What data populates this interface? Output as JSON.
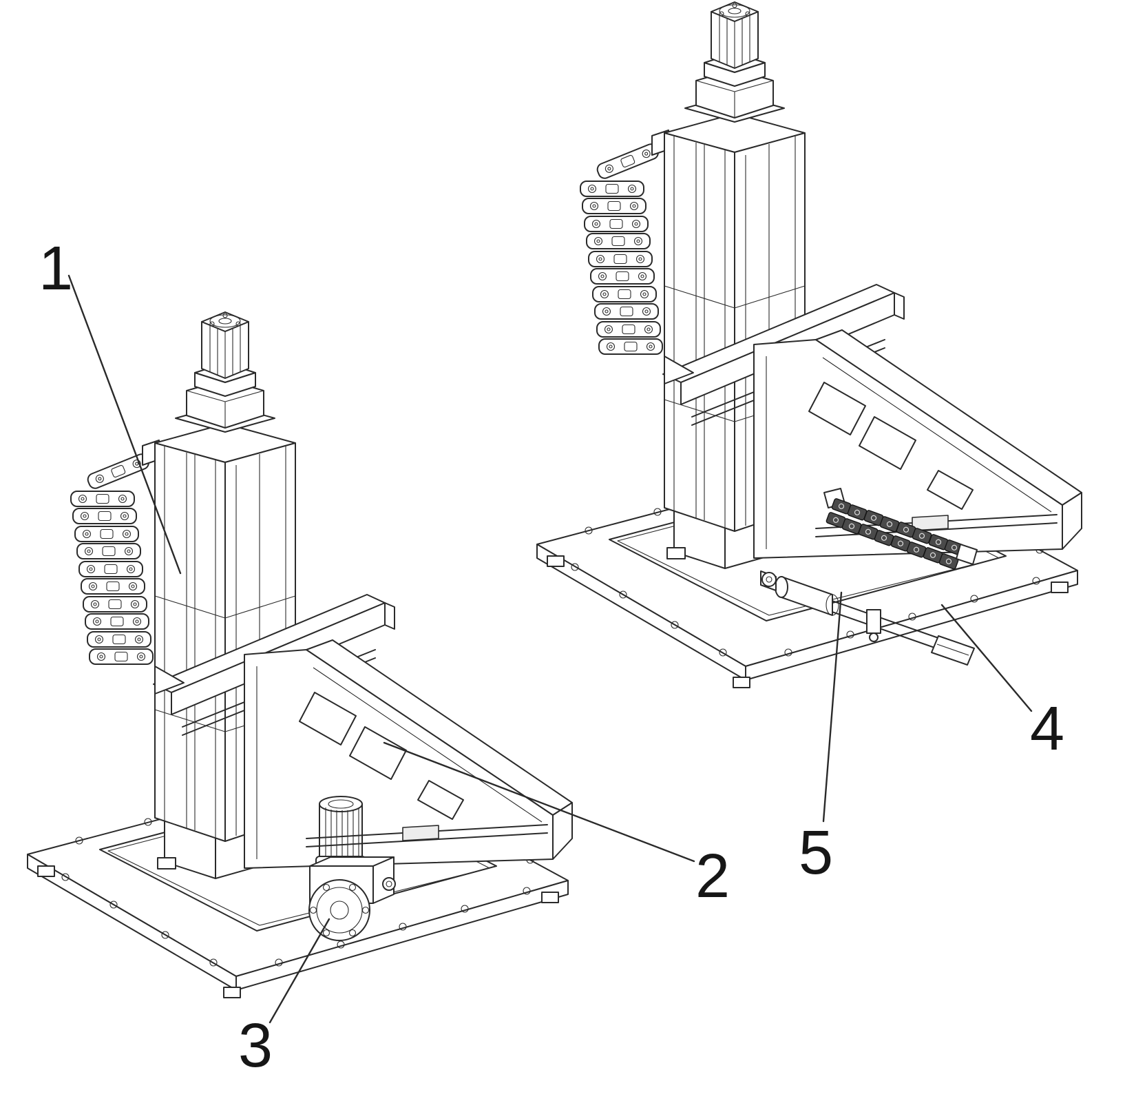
{
  "figure": {
    "colors": {
      "background": "#ffffff",
      "line": "#2a2a2a",
      "dark_fill": "#4a4a4a"
    },
    "labels": [
      {
        "text": "1"
      },
      {
        "text": "2"
      },
      {
        "text": "3"
      },
      {
        "text": "4"
      },
      {
        "text": "5"
      }
    ]
  }
}
